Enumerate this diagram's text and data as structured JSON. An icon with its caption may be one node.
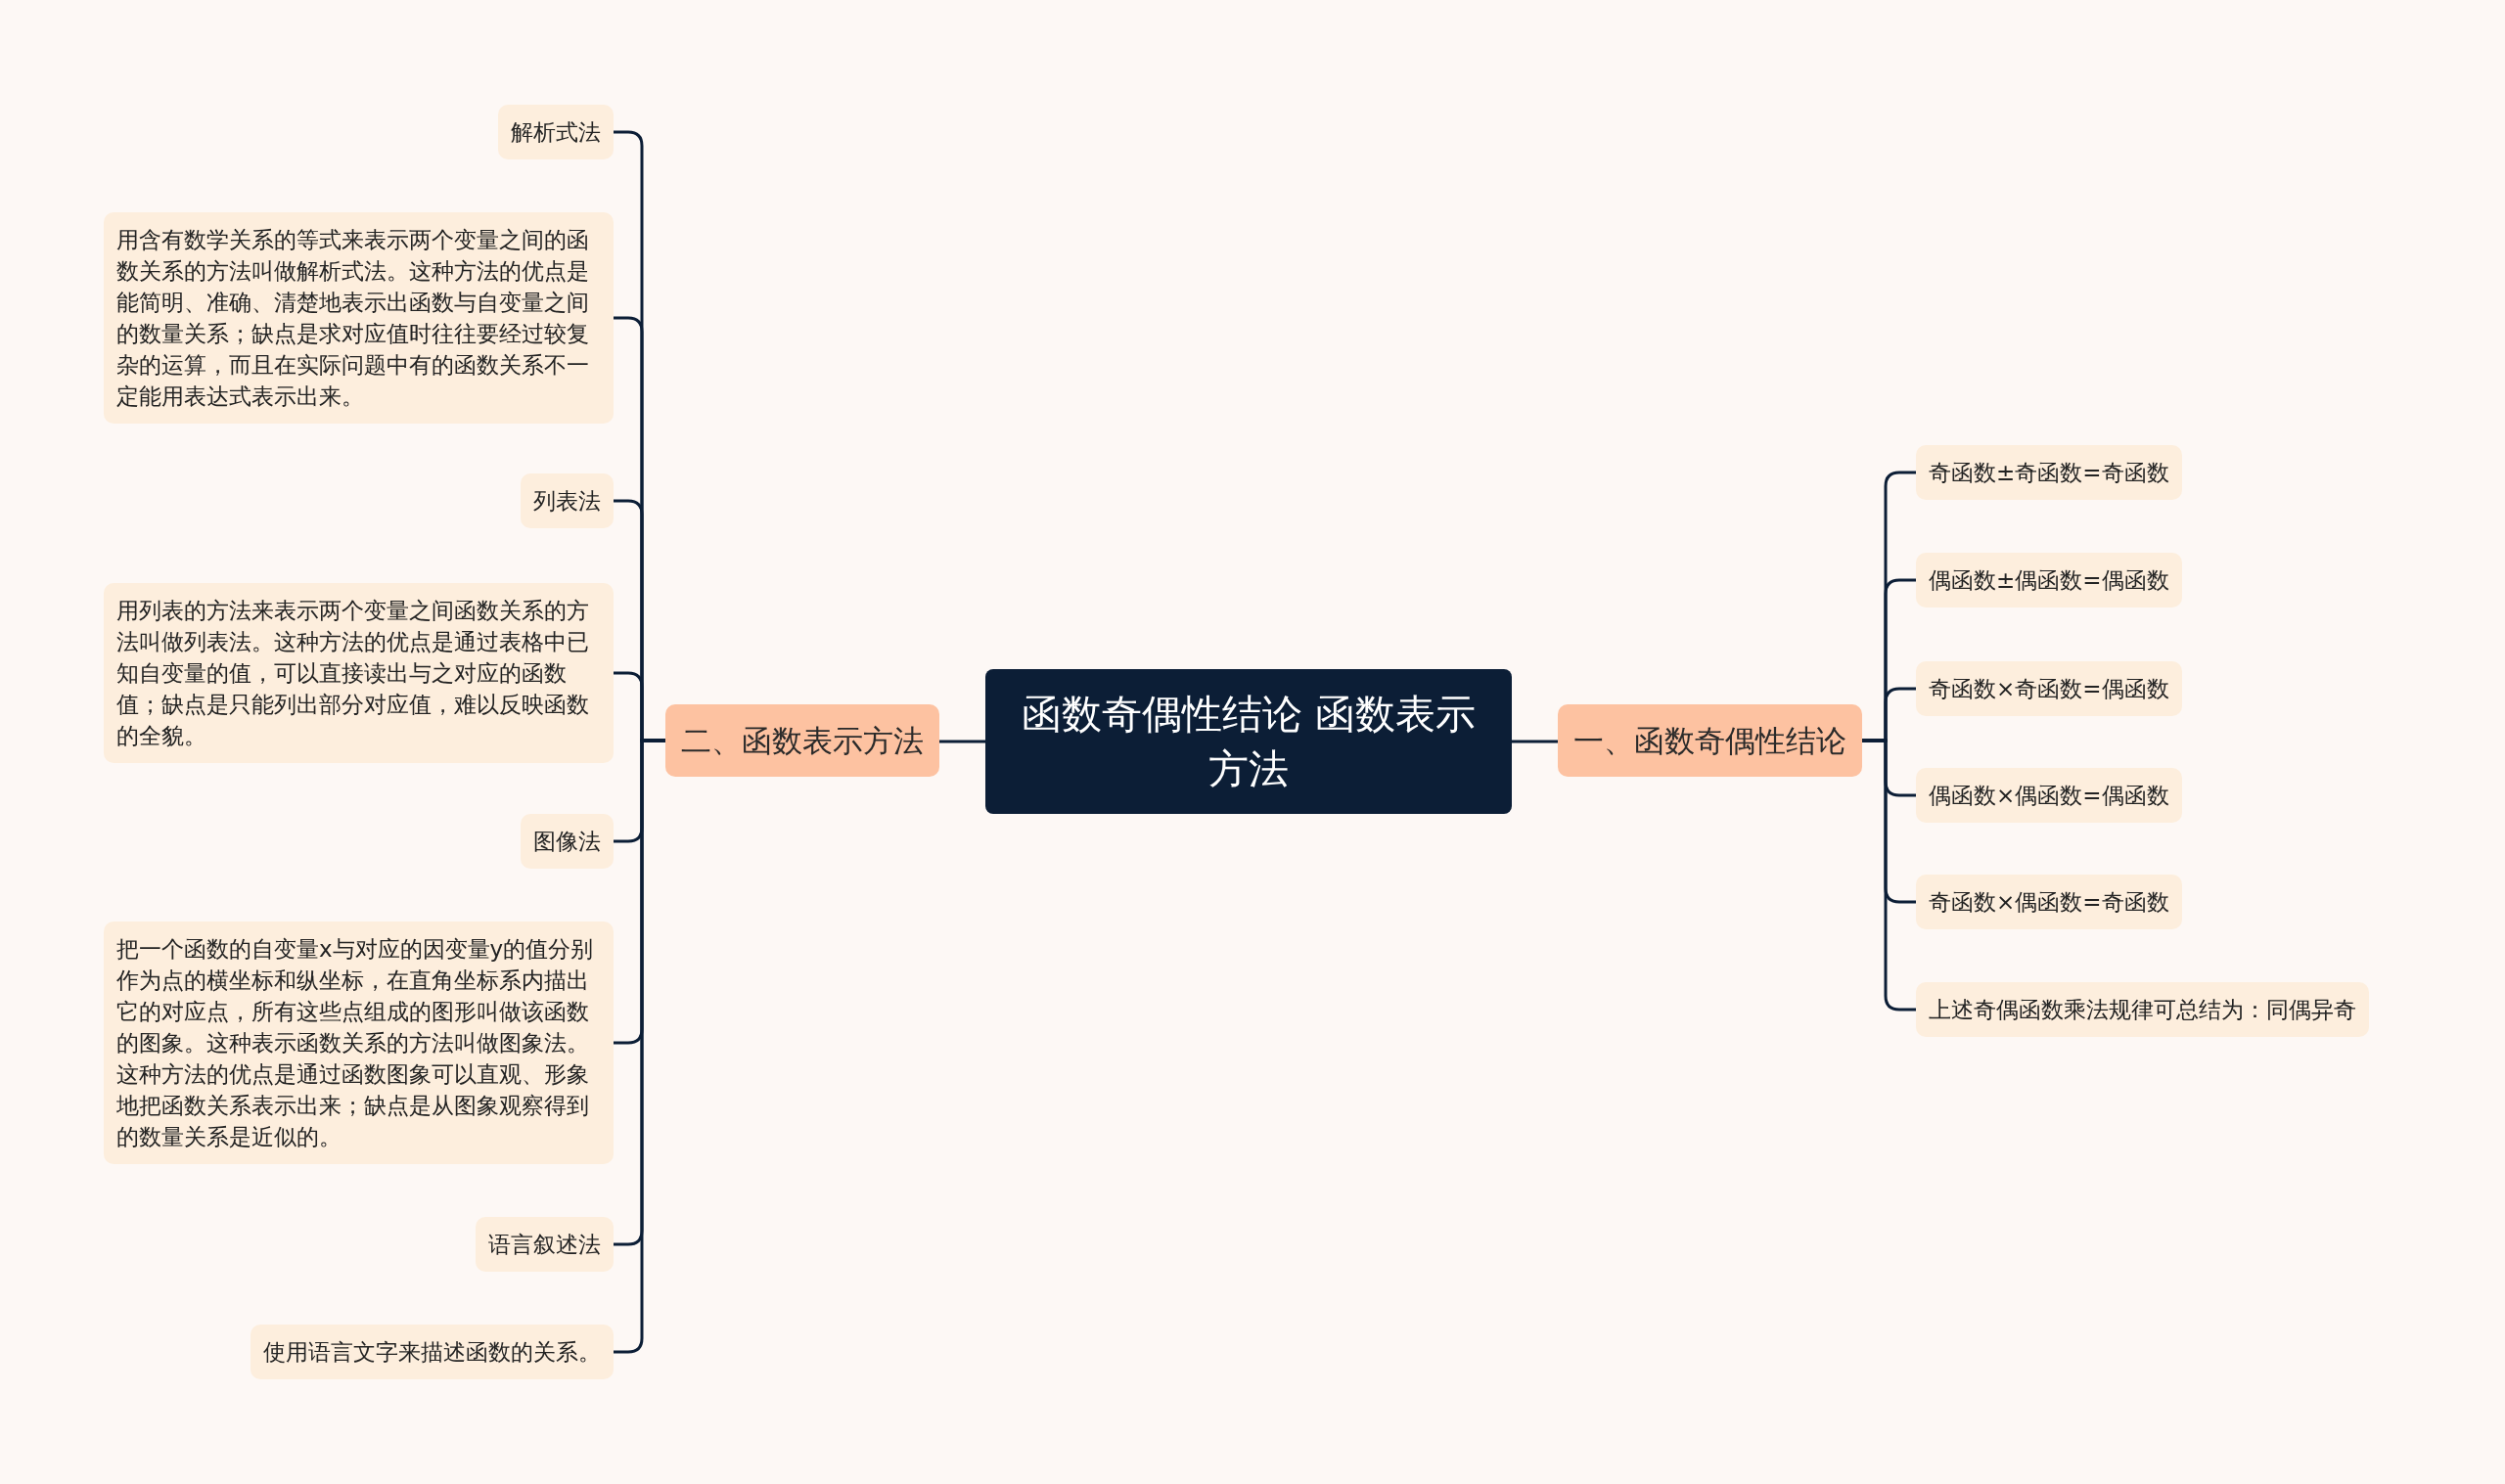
{
  "diagram": {
    "nodes": [
      {
        "text": [
          "函数奇偶性结论 函数表示方法"
        ]
      },
      {
        "text": [
          "一、函数奇偶性结论"
        ]
      },
      {
        "text": [
          "奇函数±奇函数=奇函数"
        ]
      },
      {
        "text": [
          "偶函数±偶函数=偶函数"
        ]
      },
      {
        "text": [
          "奇函数×奇函数=偶函数"
        ]
      },
      {
        "text": [
          "偶函数×偶函数=偶函数"
        ]
      },
      {
        "text": [
          "奇函数×偶函数=奇函数"
        ]
      },
      {
        "text": [
          "上述奇偶函数乘法规律可总结为：同偶异奇"
        ]
      },
      {
        "text": [
          "二、函数表示方法"
        ]
      },
      {
        "text": [
          "解析式法"
        ]
      },
      {
        "text": [
          "用含有数学关系的等式来表示两个变量之间的函数关系的方法叫做解析式法。这种方法的优点是能简明、准确、清楚地表示出函数与自变量之间的数量关系；缺点是求对应值时往往要经过较复杂的运算，而且在实际问题中有的函数关系不一定能用表达式表示出来。"
        ]
      },
      {
        "text": [
          "列表法"
        ]
      },
      {
        "text": [
          "用列表的方法来表示两个变量之间函数关系的方法叫做列表法。这种方法的优点是通过表格中已知自变量的值，可以直接读出与之对应的函数值；缺点是只能列出部分对应值，难以反映函数的全貌。"
        ]
      },
      {
        "text": [
          "图像法"
        ]
      },
      {
        "text": [
          "把一个函数的自变量x与对应的因变量y的值分别作为点的横坐标和纵坐标，在直角坐标系内描出它的对应点，所有这些点组成的图形叫做该函数的图象。这种表示函数关系的方法叫做图象法。这种方法的优点是通过函数图象可以直观、形象地把函数关系表示出来；缺点是从图象观察得到的数量关系是近似的。"
        ]
      },
      {
        "text": [
          "语言叙述法"
        ]
      },
      {
        "text": [
          "使用语言文字来描述函数的关系。"
        ]
      }
    ],
    "edges": [
      {
        "from": 0,
        "to": 1,
        "arrow": "none"
      },
      {
        "from": 1,
        "to": 2,
        "arrow": "none"
      },
      {
        "from": 1,
        "to": 3,
        "arrow": "none"
      },
      {
        "from": 1,
        "to": 4,
        "arrow": "none"
      },
      {
        "from": 1,
        "to": 5,
        "arrow": "none"
      },
      {
        "from": 1,
        "to": 6,
        "arrow": "none"
      },
      {
        "from": 1,
        "to": 7,
        "arrow": "none"
      },
      {
        "from": 0,
        "to": 8,
        "arrow": "none"
      },
      {
        "from": 8,
        "to": 9,
        "arrow": "none"
      },
      {
        "from": 8,
        "to": 10,
        "arrow": "none"
      },
      {
        "from": 8,
        "to": 11,
        "arrow": "none"
      },
      {
        "from": 8,
        "to": 12,
        "arrow": "none"
      },
      {
        "from": 8,
        "to": 13,
        "arrow": "none"
      },
      {
        "from": 8,
        "to": 14,
        "arrow": "none"
      },
      {
        "from": 8,
        "to": 15,
        "arrow": "none"
      },
      {
        "from": 8,
        "to": 16,
        "arrow": "none"
      }
    ]
  }
}
